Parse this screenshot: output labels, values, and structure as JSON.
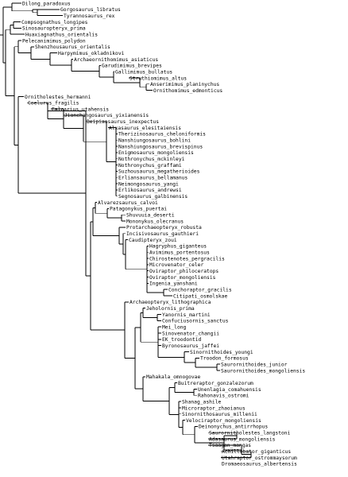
{
  "tree": {
    "taxa": [
      "Dilong_paradoxus",
      "Gorgosaurus_libratus",
      "Tyrannosaurus_rex",
      "Compsognathus_longipes",
      "Sinosauropteryx_prima",
      "Huaxiagnathus_orientalis",
      "Pelecanimimus_polydon",
      "Shenzhousaurus_orientalis",
      "Harpymimus_okladnikovi",
      "Archaeornithomimus_asiaticus",
      "Garudimimus_brevipes",
      "Gallimimus_bullatus",
      "Struthiomimus_altus",
      "Anserimimus_planinychus",
      "Ornithomimus_edmonticus",
      "Ornitholestes_hermanni",
      "Coelurus_fragilis",
      "Falcarius_utahensis",
      "Jianchangosaurus_yixianensis",
      "Beipiaosaurus_inexpectus",
      "Alxasaurus_elesitaiensis",
      "Therizinosaurus_cheloniformis",
      "Nanshiungosaurus_bohlini",
      "Nanshiungosaurus_brevispinus",
      "Enigmosaurus_mongoliensis",
      "Nothronychus_mckinleyi",
      "Nothronychus_graffami",
      "Suzhousaurus_megatherioides",
      "Erliansaurus_bellamanus",
      "Neimongosaurus_yangi",
      "Erlikosaurus_andrewsi",
      "Segnosaurus_galbinensis",
      "Alvarezsaurus_calvoi",
      "Patagonykus_puertai",
      "Shuvuuia_deserti",
      "Mononykus_olecranus",
      "Protarchaeopteryx_robusta",
      "Incisivosaurus_gauthieri",
      "Caudipteryx_zoui",
      "Hagryphus_giganteus",
      "Avimimus_portentosus",
      "Chirostenotes_pergracilis",
      "Microvenator_celer",
      "Oviraptor_philoceratops",
      "Oviraptor_mongoliensis",
      "Ingenia_yanshani",
      "Conchoraptor_gracilis",
      "Citipati_osmolskae",
      "Archaeopteryx_lithographica",
      "Jeholornis_prima",
      "Yanornis_martini",
      "Confuciusornis_sanctus",
      "Mei_long",
      "Sinovenator_changii",
      "EK_troodontid",
      "Byronosaurus_jaffei",
      "Sinornithoides_youngi",
      "Troodon_formosus",
      "Saurornithoides_junior",
      "Saurornithoides_mongoliensis",
      "Mahakala_omnogovae",
      "Buitreraptor_gonzalezorum",
      "Unenlagia_comahuensis",
      "Rahonavis_ostromi",
      "Shanag_ashile",
      "Microraptor_zhaoianus",
      "Sinornithosaurus_millenii",
      "Velociraptor_mongoliensis",
      "Deinonychus_antirrhopus",
      "Saurornitholestes_langstoni",
      "Adasaurus_mongoliensis",
      "Tsaagan_mangas",
      "Achillobator_giganticus",
      "Utahraptor_ostrommaysorum",
      "Dromaeosaurus_albertensis"
    ]
  }
}
